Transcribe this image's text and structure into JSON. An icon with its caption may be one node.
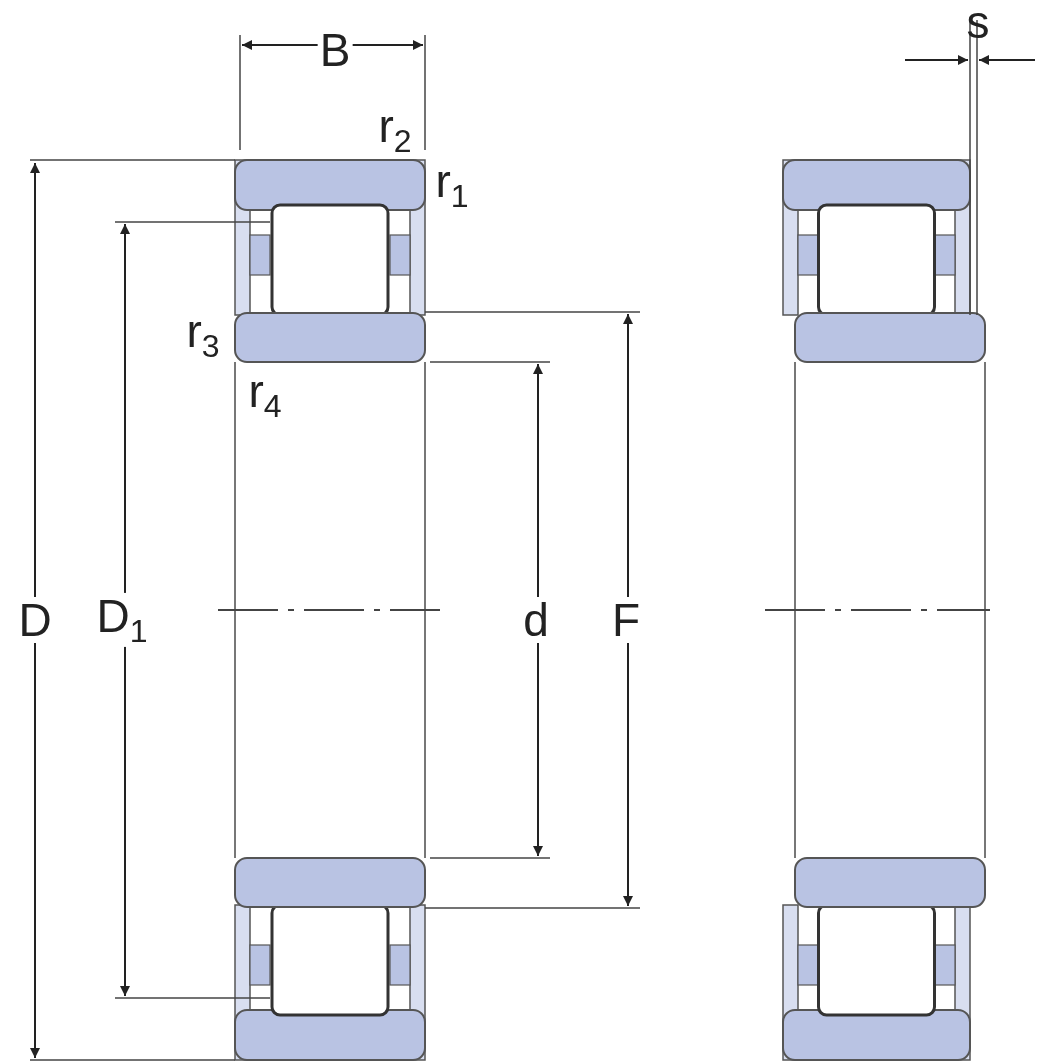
{
  "diagram": {
    "labels": [
      "B",
      "s",
      "r$_{2}$",
      "r$_{1}$",
      "r$_{3}$",
      "r$_{4}$",
      "D",
      "D$_{1}$",
      "d",
      "F"
    ]
  }
}
